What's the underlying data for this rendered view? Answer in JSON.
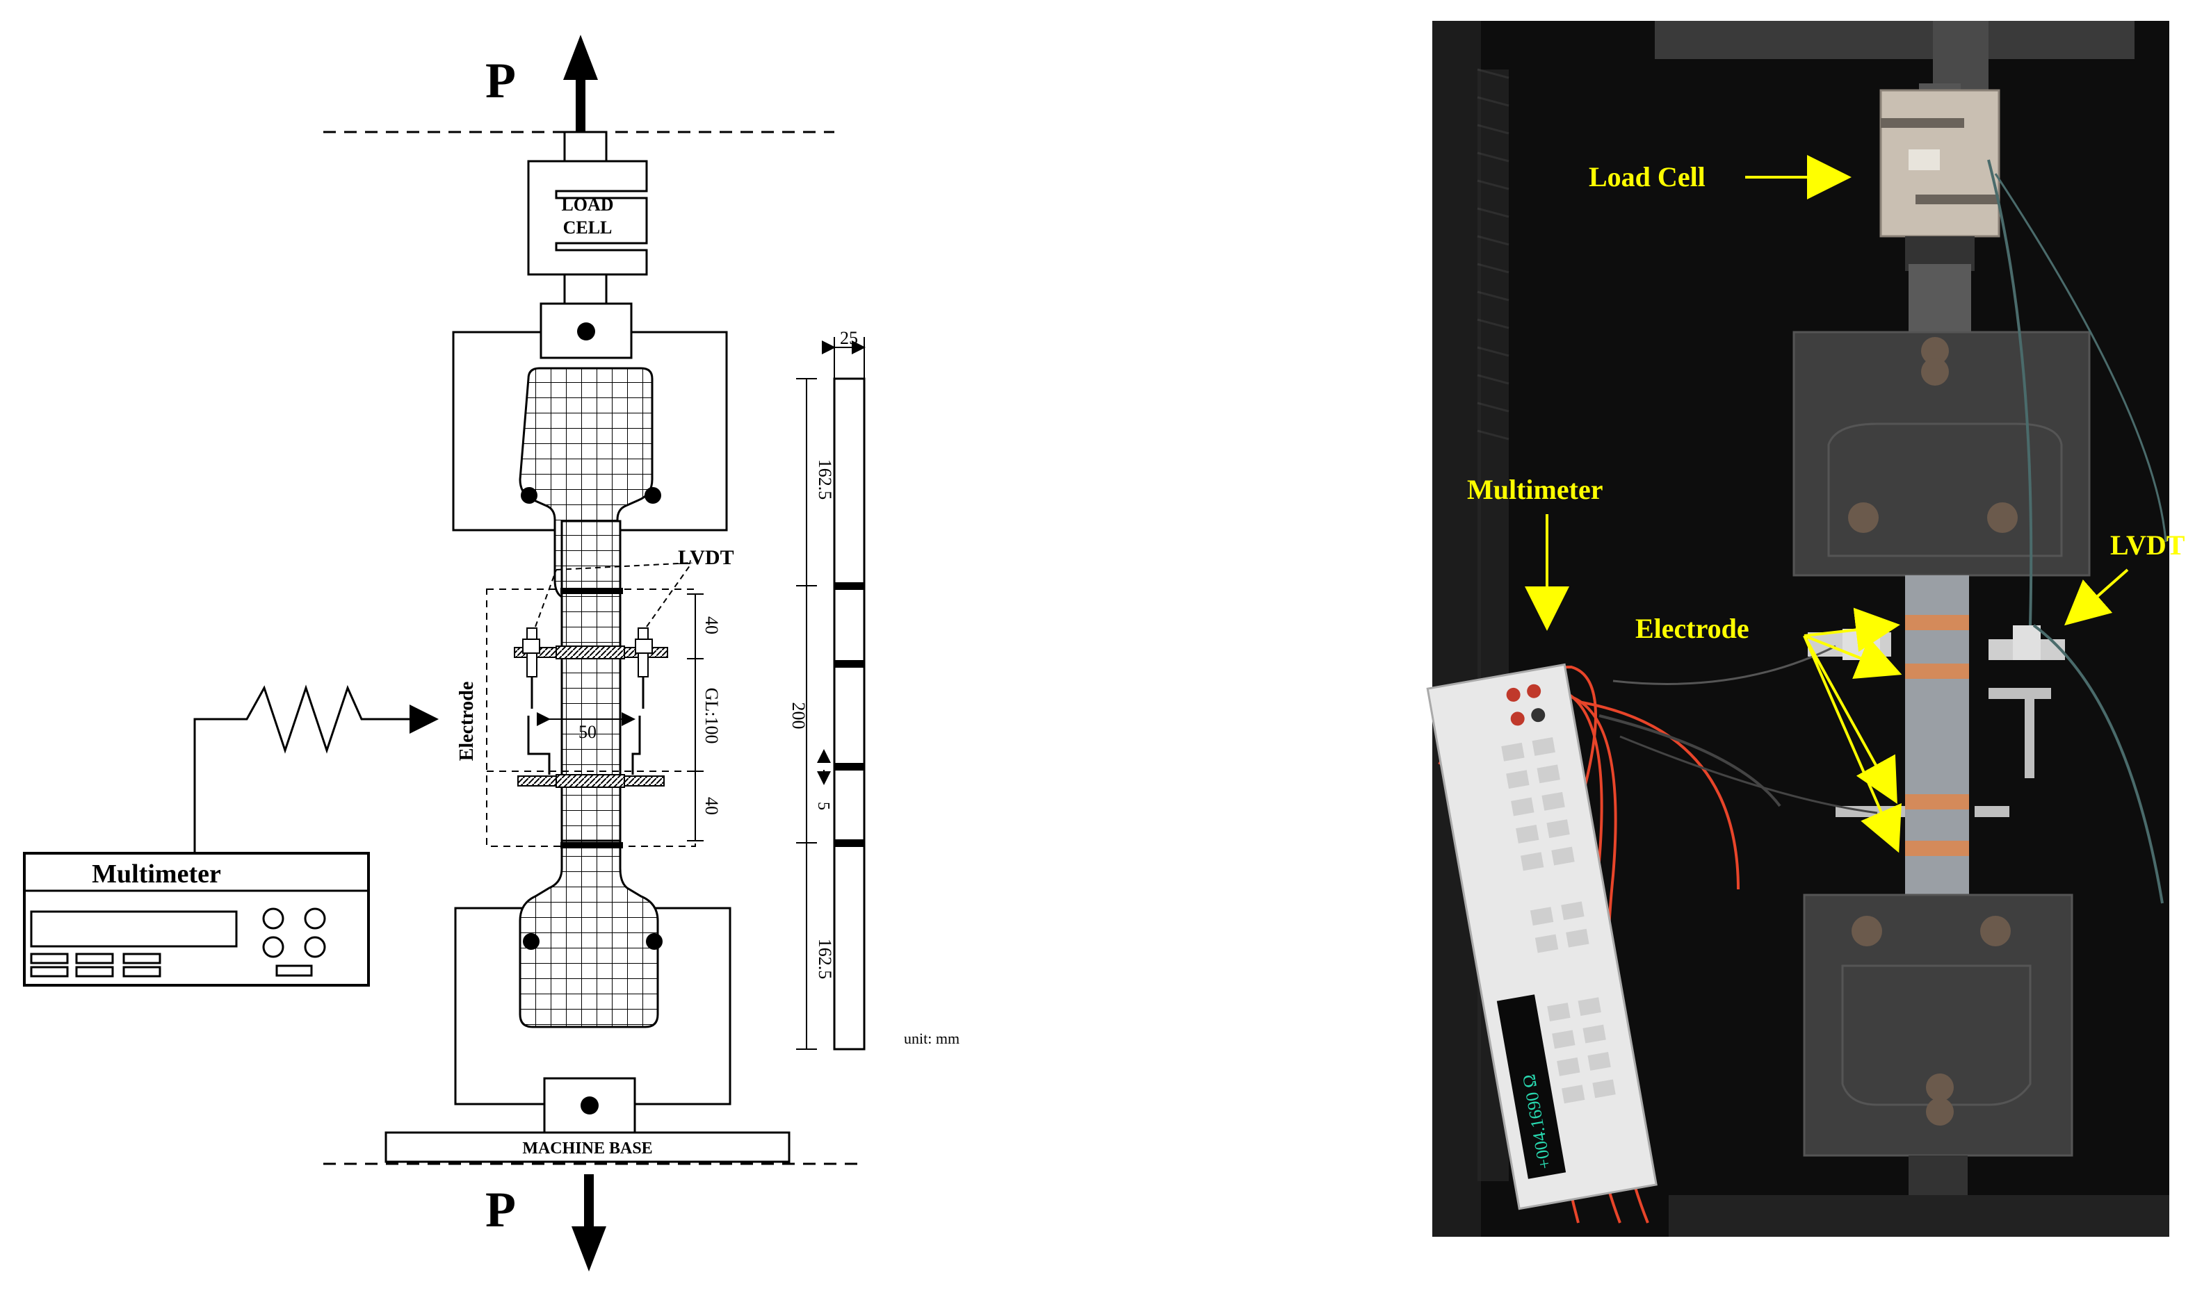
{
  "diagram": {
    "load_label_top": "P",
    "load_label_bottom": "P",
    "load_cell_line1": "LOAD",
    "load_cell_line2": "CELL",
    "lvdt_label": "LVDT",
    "electrode_label": "Electrode",
    "multimeter_label": "Multimeter",
    "machine_base_label": "MACHINE BASE",
    "dim_width_50": "50",
    "dim_gauge_top_40": "40",
    "dim_gauge_length": "GL:100",
    "dim_gauge_bottom_40": "40",
    "dim_grip_top": "162.5",
    "dim_middle": "200",
    "dim_grip_bottom": "162.5",
    "dim_gap_5": "5",
    "dim_thickness_25": "25",
    "unit_note": "unit: mm"
  },
  "photo": {
    "load_cell_label": "Load Cell",
    "multimeter_label": "Multimeter",
    "electrode_label": "Electrode",
    "lvdt_label": "LVDT",
    "meter_display": "+004.1690 Ω"
  },
  "colors": {
    "annotation": "#ffff00",
    "copper": "#d48a5a",
    "wire_red": "#e8452a"
  }
}
